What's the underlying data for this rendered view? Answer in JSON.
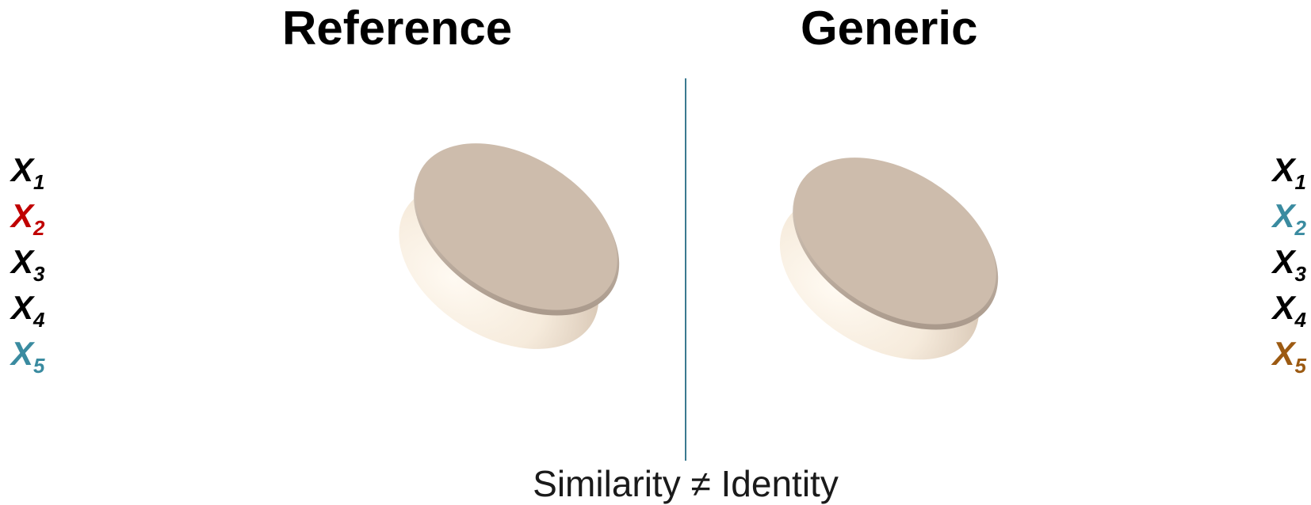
{
  "titles": {
    "left": "Reference",
    "right": "Generic"
  },
  "variables": {
    "left": [
      {
        "base": "X",
        "sub": "1",
        "color": "#000000"
      },
      {
        "base": "X",
        "sub": "2",
        "color": "#c00000"
      },
      {
        "base": "X",
        "sub": "3",
        "color": "#000000"
      },
      {
        "base": "X",
        "sub": "4",
        "color": "#000000"
      },
      {
        "base": "X",
        "sub": "5",
        "color": "#3a8ba0"
      }
    ],
    "right": [
      {
        "base": "X",
        "sub": "1",
        "color": "#000000"
      },
      {
        "base": "X",
        "sub": "2",
        "color": "#3a8ba0"
      },
      {
        "base": "X",
        "sub": "3",
        "color": "#000000"
      },
      {
        "base": "X",
        "sub": "4",
        "color": "#000000"
      },
      {
        "base": "X",
        "sub": "5",
        "color": "#9c5a12"
      }
    ]
  },
  "colors": {
    "divider": "#3a7a90",
    "tablet_top": "#cdbcac",
    "tablet_side": "#f6ebdc"
  },
  "caption": "Similarity ≠ Identity"
}
